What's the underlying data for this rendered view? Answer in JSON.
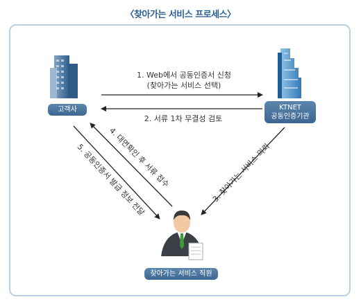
{
  "title": "〈찾아가는 서비스 프로세스〉",
  "nodes": {
    "customer": "고객사",
    "ktnet_line1": "KTNET",
    "ktnet_line2": "공동인증기관",
    "staff": "찾아가는 서비스 직원"
  },
  "steps": {
    "step1_line1": "1. Web에서 공동인증서 신청",
    "step1_line2": "(찾아가는 서비스 선택)",
    "step2": "2. 서류 1차 무결성 검토",
    "step3": "3. 찾아가는 서비스 의뢰",
    "step4": "4. 대면확인 후 서류 접수",
    "step5": "5. 공동인증서 발급 정보 전달"
  },
  "colors": {
    "title": "#2c5f93",
    "frame": "#bcd0e3",
    "pill": "#4a73a0",
    "arrow": "#222222"
  }
}
